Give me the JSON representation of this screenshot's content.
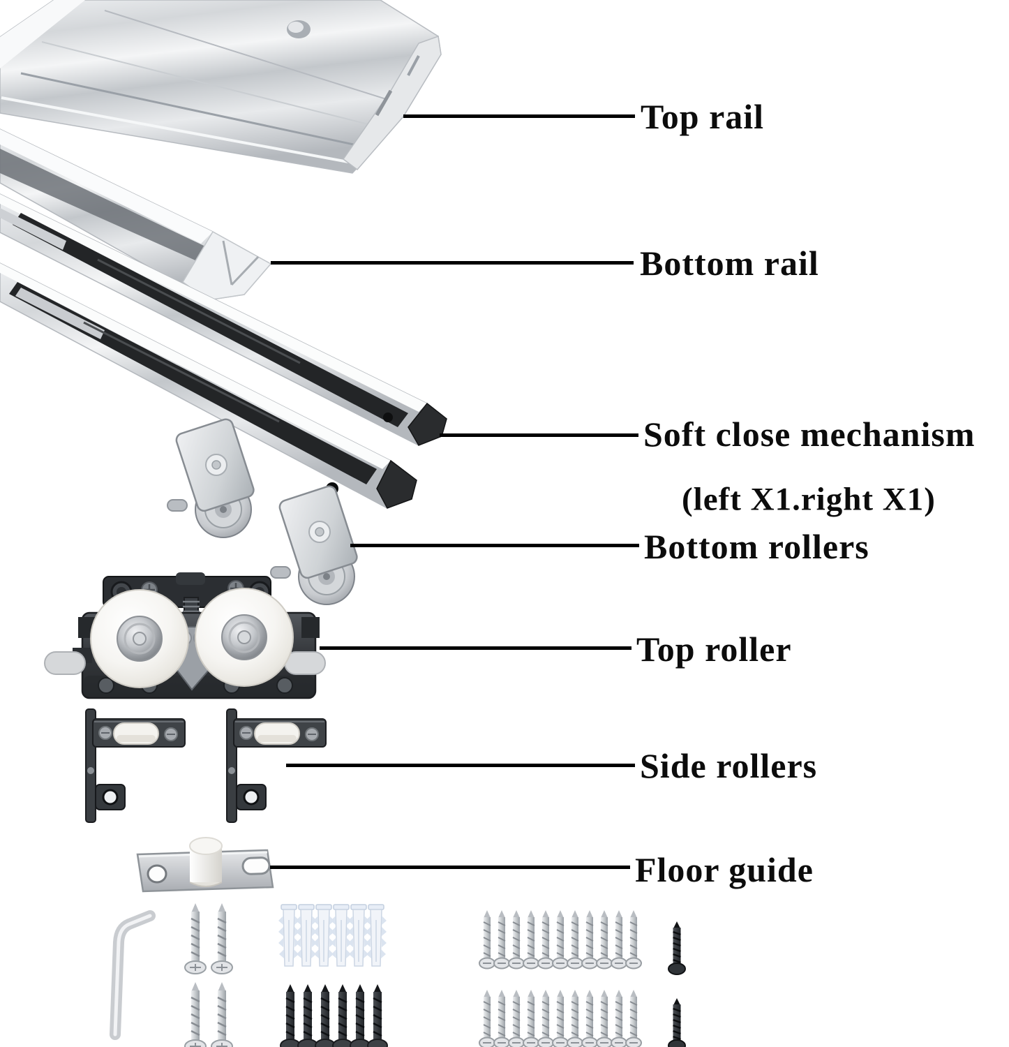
{
  "page": {
    "background": "#ffffff",
    "description_labels_color": "#0c0c0c",
    "leader_line_color": "#000000"
  },
  "labels": {
    "top_rail": "Top rail",
    "bottom_rail": "Bottom rail",
    "soft_close_mechanism": "Soft close mechanism",
    "soft_close_quantity": "(left X1.right X1)",
    "bottom_rollers": "Bottom rollers",
    "top_roller": "Top roller",
    "side_rollers": "Side rollers",
    "floor_guide": "Floor guide"
  },
  "parts_depicted": {
    "top_rail_count": 1,
    "bottom_rail_count": 1,
    "soft_close_tracks": 2,
    "bottom_rollers": 2,
    "top_roller": 1,
    "side_rollers": 2,
    "floor_guide": 1,
    "allen_key": 1,
    "large_silver_screws": 4,
    "wall_anchors": 6,
    "large_dark_screws": 6,
    "small_silver_screws_row1": 11,
    "small_silver_screws_row2": 11,
    "small_black_screws": 2
  },
  "colors": {
    "aluminum_light": "#f3f4f6",
    "aluminum_mid": "#c9ccd0",
    "dark_plastic": "#232527",
    "dark_metal_plate": "#2b2e32",
    "white_wheel": "#f4f3ef",
    "anchor_plastic": "#eef2f8"
  }
}
